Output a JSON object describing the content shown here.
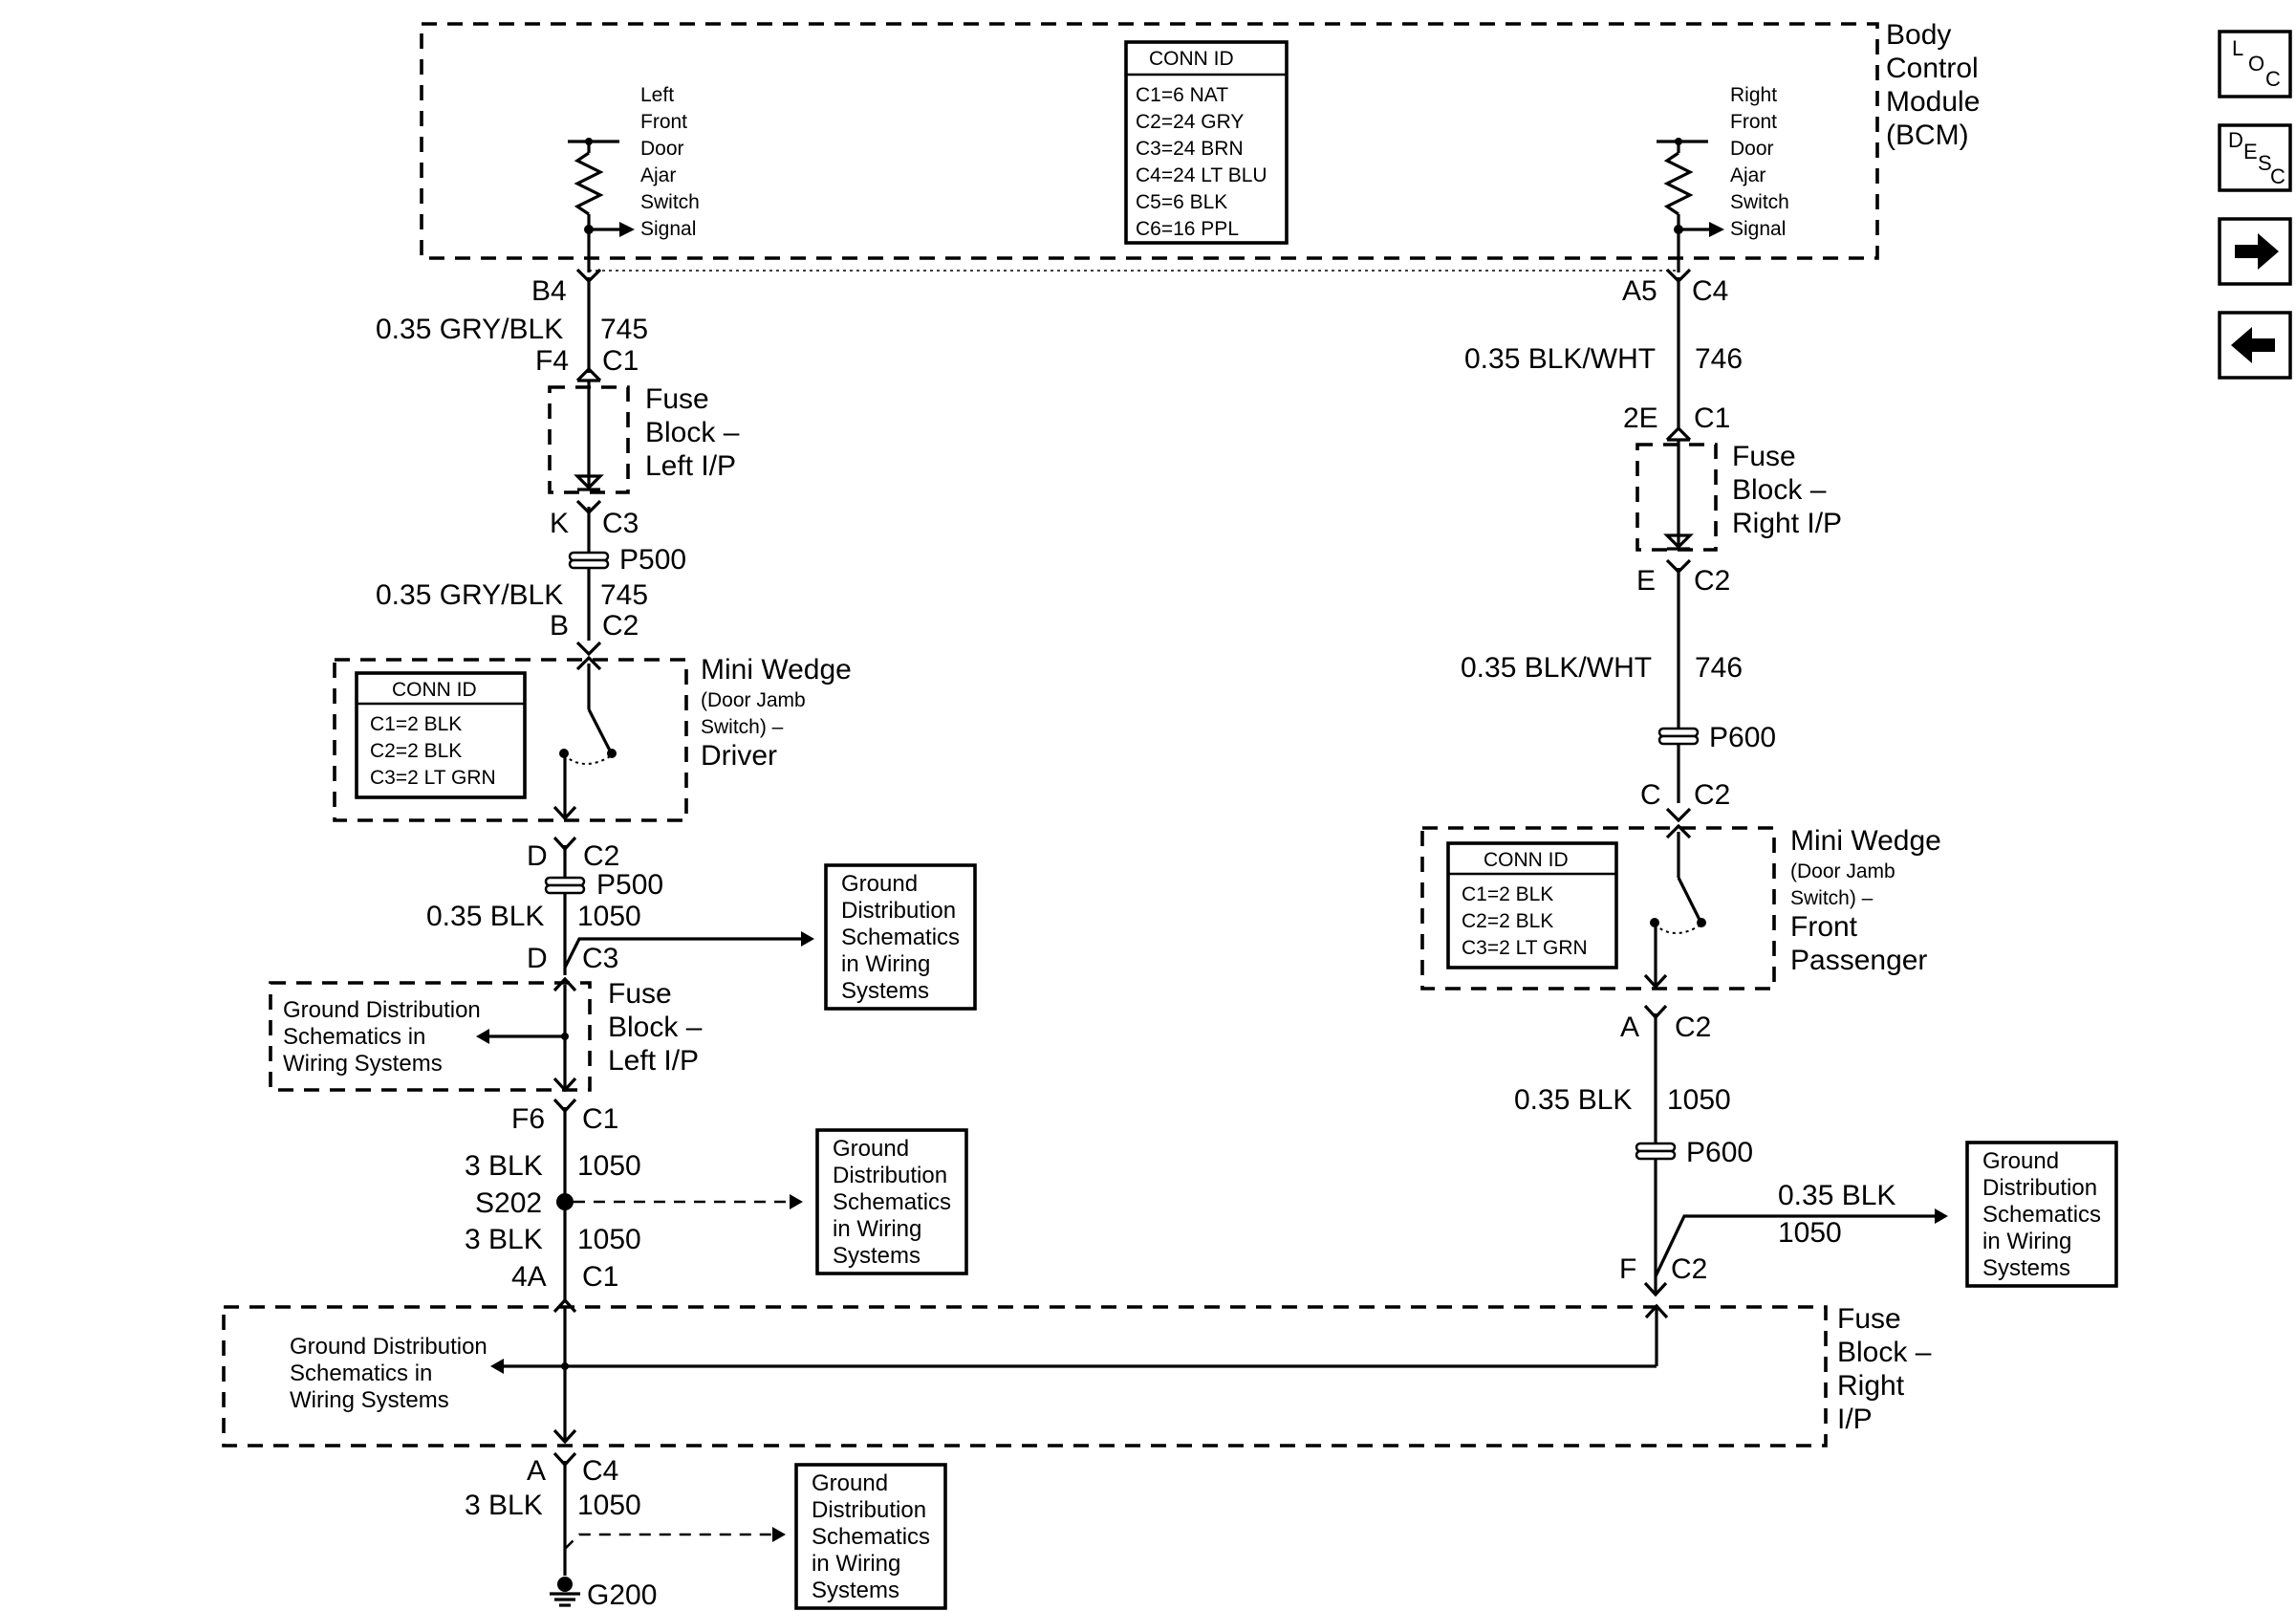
{
  "bcm": {
    "name": [
      "Body",
      "Control",
      "Module",
      "(BCM)"
    ],
    "conn_id": {
      "title": "CONN ID",
      "rows": [
        "C1=6 NAT",
        "C2=24 GRY",
        "C3=24 BRN",
        "C4=24 LT BLU",
        "C5=6 BLK",
        "C6=16 PPL"
      ]
    },
    "left_switch_label": [
      "Left",
      "Front",
      "Door",
      "Ajar",
      "Switch",
      "Signal"
    ],
    "right_switch_label": [
      "Right",
      "Front",
      "Door",
      "Ajar",
      "Switch",
      "Signal"
    ]
  },
  "left": {
    "bcm_pin": "B4",
    "wire1": {
      "size_color": "0.35 GRY/BLK",
      "circuit": "745"
    },
    "fuse_in": {
      "pin": "F4",
      "conn": "C1"
    },
    "fuse_block_label": [
      "Fuse",
      "Block –",
      "Left I/P"
    ],
    "fuse_out": {
      "pin": "K",
      "conn": "C3"
    },
    "splice1": "P500",
    "wire2": {
      "size_color": "0.35 GRY/BLK",
      "circuit": "745"
    },
    "switch_in": {
      "pin": "B",
      "conn": "C2"
    },
    "mini_wedge_label": {
      "title": "Mini Wedge",
      "sub": [
        "(Door Jamb",
        "Switch) –"
      ],
      "name": "Driver"
    },
    "mini_wedge_conn": {
      "title": "CONN ID",
      "rows": [
        "C1=2 BLK",
        "C2=2 BLK",
        "C3=2 LT GRN"
      ]
    },
    "switch_out": {
      "pin": "D",
      "conn": "C2"
    },
    "splice2": "P500",
    "wire3": {
      "size_color": "0.35 BLK",
      "circuit": "1050"
    },
    "fuse2_in": {
      "pin": "D",
      "conn": "C3"
    },
    "fuse_block2_label": [
      "Fuse",
      "Block –",
      "Left I/P"
    ],
    "fuse2_out": {
      "pin": "F6",
      "conn": "C1"
    },
    "wire4": {
      "size_color": "3 BLK",
      "circuit": "1050"
    },
    "splice_s202": "S202",
    "wire5": {
      "size_color": "3 BLK",
      "circuit": "1050"
    },
    "fuse3_in": {
      "pin": "4A",
      "conn": "C1"
    },
    "fuse3_out": {
      "pin": "A",
      "conn": "C4"
    },
    "wire6": {
      "size_color": "3 BLK",
      "circuit": "1050"
    },
    "ground": "G200"
  },
  "right": {
    "bcm_pin": {
      "pin": "A5",
      "conn": "C4"
    },
    "wire1": {
      "size_color": "0.35 BLK/WHT",
      "circuit": "746"
    },
    "fuse_in": {
      "pin": "2E",
      "conn": "C1"
    },
    "fuse_block_label": [
      "Fuse",
      "Block –",
      "Right I/P"
    ],
    "fuse_out": {
      "pin": "E",
      "conn": "C2"
    },
    "wire2": {
      "size_color": "0.35 BLK/WHT",
      "circuit": "746"
    },
    "splice1": "P600",
    "switch_in": {
      "pin": "C",
      "conn": "C2"
    },
    "mini_wedge_label": {
      "title": "Mini Wedge",
      "sub": [
        "(Door Jamb",
        "Switch) –"
      ],
      "name": [
        "Front",
        "Passenger"
      ]
    },
    "mini_wedge_conn": {
      "title": "CONN ID",
      "rows": [
        "C1=2 BLK",
        "C2=2 BLK",
        "C3=2 LT GRN"
      ]
    },
    "switch_out": {
      "pin": "A",
      "conn": "C2"
    },
    "wire3": {
      "size_color": "0.35 BLK",
      "circuit": "1050"
    },
    "splice2": "P600",
    "branch_wire": {
      "size_color": "0.35 BLK",
      "circuit": "1050"
    },
    "fuse_block2_in": {
      "pin": "F",
      "conn": "C2"
    },
    "fuse_block2_label": [
      "Fuse",
      "Block –",
      "Right",
      "I/P"
    ]
  },
  "ground_refs": {
    "box_text": [
      "Ground",
      "Distribution",
      "Schematics",
      "in Wiring",
      "Systems"
    ],
    "inline_text": [
      "Ground Distribution",
      "Schematics in",
      "Wiring Systems"
    ]
  },
  "nav": {
    "loc": {
      "letters": [
        "L",
        "O",
        "C"
      ]
    },
    "desc": {
      "letters": [
        "D",
        "E",
        "S",
        "C"
      ]
    },
    "next": "→",
    "prev": "←"
  }
}
